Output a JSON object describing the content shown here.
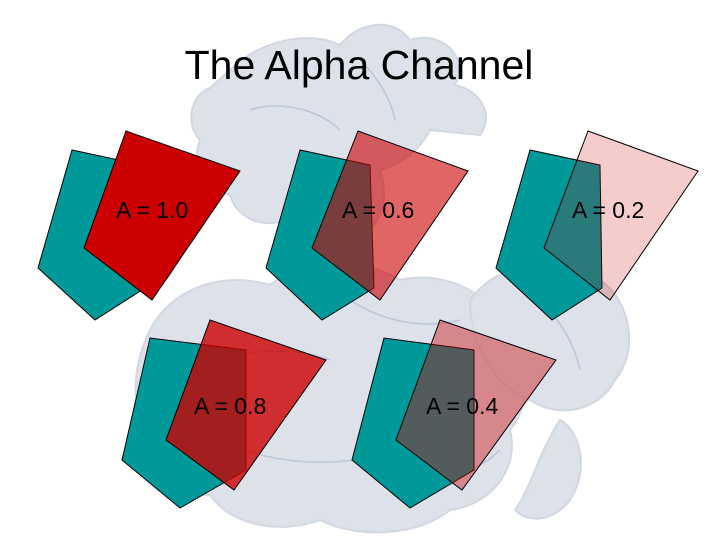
{
  "slide": {
    "title": "The Alpha Channel"
  },
  "colors": {
    "teal": "#009999",
    "red": "#cc0000",
    "outline": "#000000",
    "label_text": "#000000",
    "background": "#ffffff",
    "watermark": "#b7bfd1"
  },
  "examples": [
    {
      "label": "A = 1.0",
      "alpha": 1.0
    },
    {
      "label": "A = 0.6",
      "alpha": 0.6
    },
    {
      "label": "A = 0.2",
      "alpha": 0.2
    },
    {
      "label": "A = 0.8",
      "alpha": 0.8
    },
    {
      "label": "A = 0.4",
      "alpha": 0.4
    }
  ],
  "watermark": {
    "icon": "dragon-watermark-icon"
  }
}
